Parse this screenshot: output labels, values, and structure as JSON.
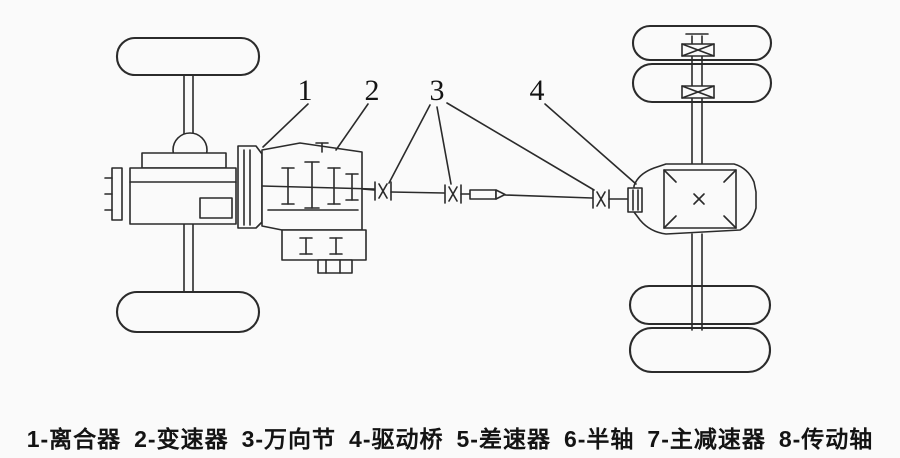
{
  "diagram": {
    "part_labels": [
      "1",
      "2",
      "3",
      "4"
    ],
    "legend": [
      "1-离合器",
      "2-变速器",
      "3-万向节",
      "4-驱动桥",
      "5-差速器",
      "6-半轴",
      "7-主减速器",
      "8-传动轴"
    ]
  },
  "colors": {
    "line": "#2b2b2b",
    "background": "#fafafa",
    "text": "#141414"
  }
}
